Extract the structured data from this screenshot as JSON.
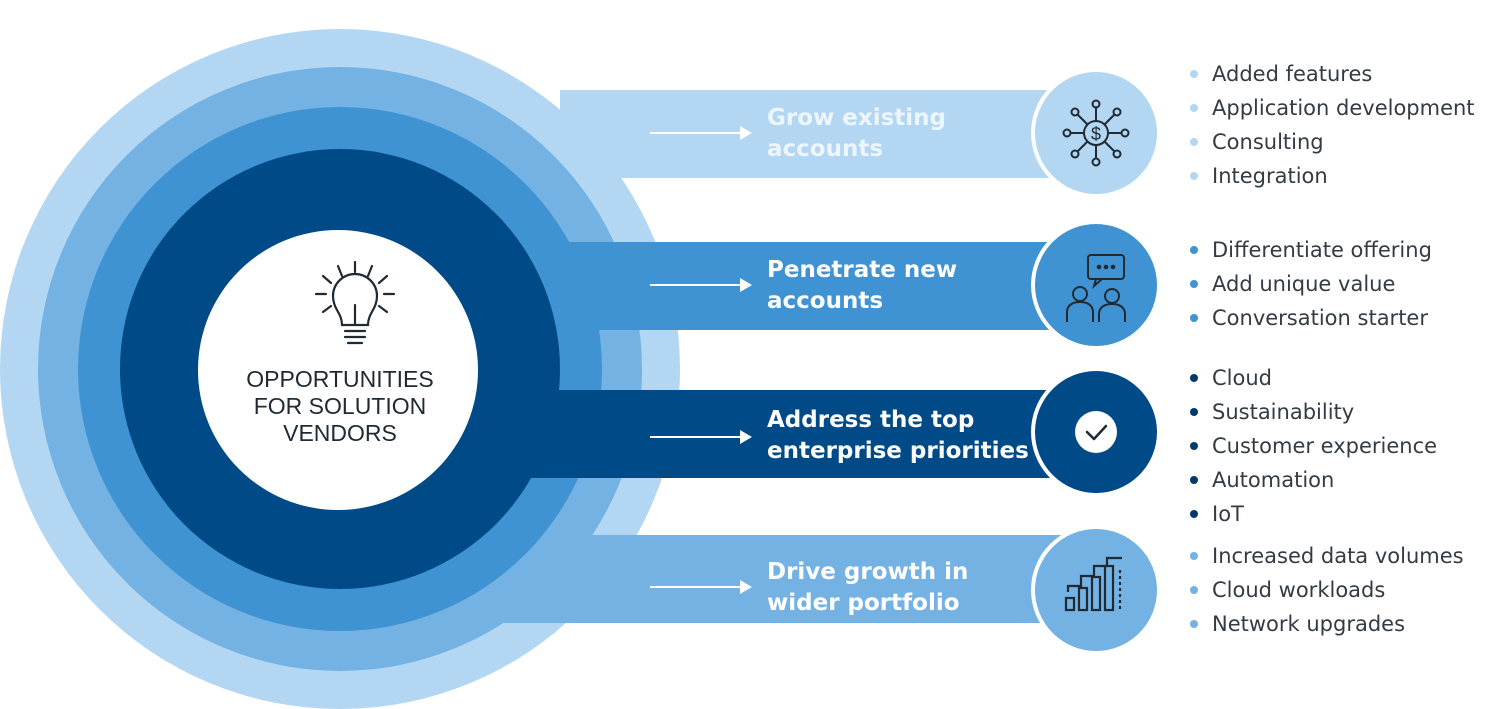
{
  "center": {
    "lines": [
      "OPPORTUNITIES",
      "FOR SOLUTION",
      "VENDORS"
    ],
    "icon": "lightbulb-icon"
  },
  "colors": {
    "ring_outer": "#b3d7f3",
    "ring_2": "#74b2e3",
    "ring_3": "#3f93d2",
    "ring_inner": "#004a87",
    "center_fill": "#ffffff",
    "text_dark": "#1f2a33"
  },
  "bands": [
    {
      "label_lines": [
        "Grow existing",
        "accounts"
      ],
      "icon": "dollar-network-icon",
      "color": "#b3d7f3",
      "bullet_color": "#b3d7f3",
      "bullets": [
        "Added features",
        "Application development",
        "Consulting",
        "Integration"
      ]
    },
    {
      "label_lines": [
        "Penetrate new",
        "accounts"
      ],
      "icon": "conversation-people-icon",
      "color": "#3f93d2",
      "bullet_color": "#3f93d2",
      "bullets": [
        "Differentiate offering",
        "Add unique value",
        "Conversation starter"
      ]
    },
    {
      "label_lines": [
        "Address the top",
        "enterprise priorities"
      ],
      "icon": "checkmark-circle-icon",
      "color": "#004a87",
      "bullet_color": "#003a6b",
      "bullets": [
        "Cloud",
        "Sustainability",
        "Customer experience",
        "Automation",
        "IoT"
      ]
    },
    {
      "label_lines": [
        "Drive growth in",
        "wider portfolio"
      ],
      "icon": "bar-growth-icon",
      "color": "#74b2e3",
      "bullet_color": "#74b2e3",
      "bullets": [
        "Increased data volumes",
        "Cloud workloads",
        "Network upgrades"
      ]
    }
  ]
}
